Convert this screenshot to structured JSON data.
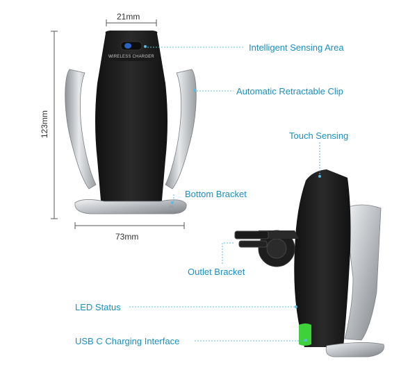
{
  "dimensions": {
    "width_top": "21mm",
    "height": "123mm",
    "width_bottom": "73mm"
  },
  "callouts": {
    "intelligent_sensing_area": "Intelligent Sensing Area",
    "automatic_retractable_clip": "Automatic Retractable Clip",
    "touch_sensing": "Touch Sensing",
    "bottom_bracket": "Bottom Bracket",
    "outlet_bracket": "Outlet Bracket",
    "led_status": "LED Status",
    "usb_c_charging_interface": "USB C Charging Interface"
  },
  "device_print": "WIRELESS CHARGER",
  "colors": {
    "callout_text": "#1a8fc0",
    "callout_line": "#5bbbe0",
    "body_black": "#1c1c1c",
    "clip_silver": "#c9ccd0",
    "led_green": "#3fd13a"
  }
}
